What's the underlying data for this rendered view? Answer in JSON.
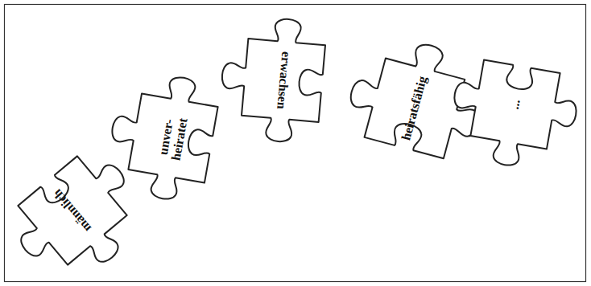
{
  "diagram": {
    "nodes": [
      {
        "text": [
          "männlich"
        ]
      },
      {
        "text": [
          "unver- heiratet"
        ]
      },
      {
        "text": [
          "erwachsen"
        ]
      },
      {
        "text": [
          "heiratsfähig"
        ]
      },
      {
        "text": [
          "..."
        ]
      }
    ]
  }
}
